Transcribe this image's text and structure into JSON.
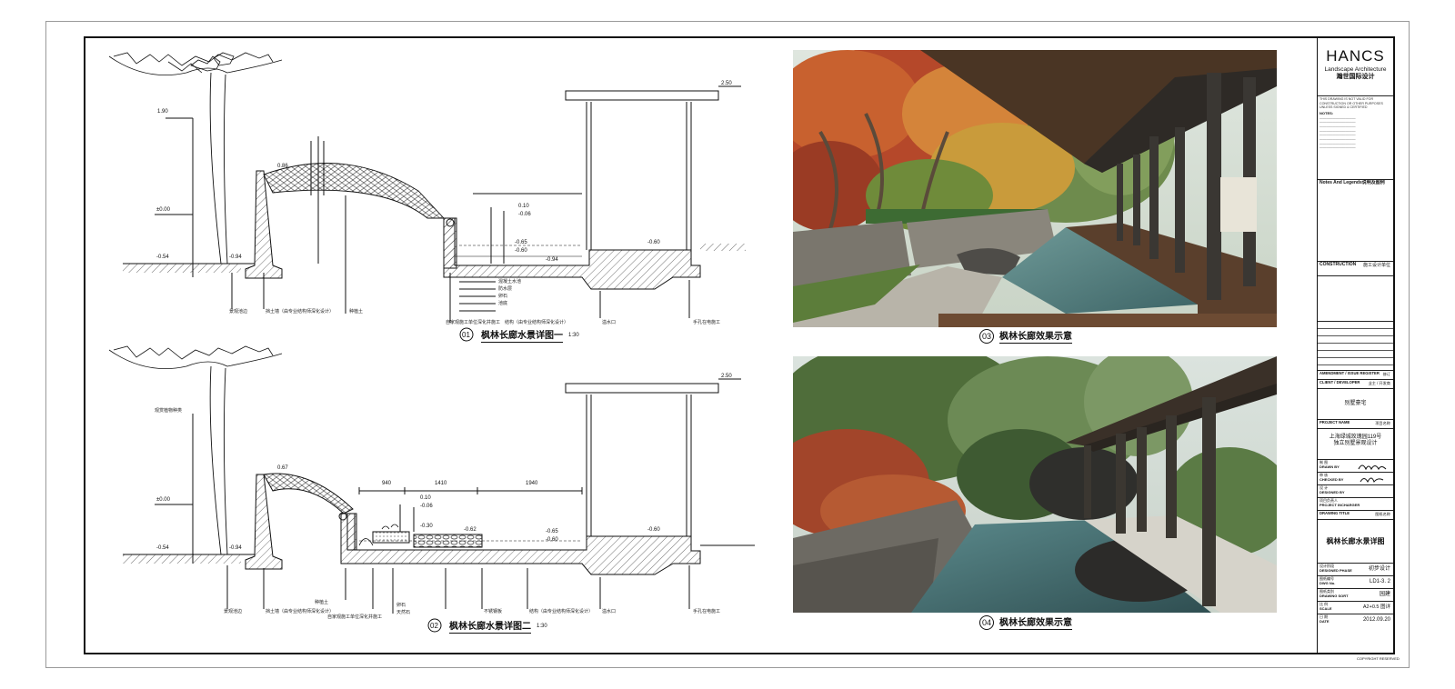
{
  "titleblock": {
    "logo_name": "HANCS",
    "logo_sub": "Landscape Architecture",
    "logo_cn": "瀚世国际设计",
    "disclaimer": "THIS DRAWING IS NOT VALID FOR CONSTRUCTION OR OTHER PURPOSES UNLESS SIGNED & CERTIFIED",
    "notes_heading": "NOTES:",
    "notes_legend": "Notes And Legends说明及图例",
    "construction_label": "CONSTRUCTION",
    "construction_cn": "施工设计单位",
    "amendment_label": "AMENDMENT / ISSUE REGISTER",
    "amendment_cn": "修订",
    "client_label": "CLIENT / DEVELOPER",
    "client_cn": "业主 / 开发商",
    "client_value": "别墅豪宅",
    "project_label": "PROJECT NAME",
    "project_cn": "项目名称",
    "project_value_1": "上海绿城玫瑰园119号",
    "project_value_2": "独立别墅景观设计",
    "drawn_label": "DRAWN BY",
    "drawn_cn": "制 图",
    "checked_label": "CHECKED BY",
    "checked_cn": "审 核",
    "designed_label": "DESIGNED BY",
    "designed_cn": "设 计",
    "incharge_label": "PROJECT INCHARGER",
    "incharge_cn": "项目负责人",
    "drawing_title_label": "DRAWING TITLE",
    "drawing_title_cn": "图纸名称",
    "drawing_title_value": "枫林长廊水景详图",
    "phase_label": "DESIGNED PHASE",
    "phase_cn": "设计阶段",
    "phase_value": "初步设计",
    "dwg_no_label": "DWG No.",
    "dwg_no_cn": "图纸编号",
    "dwg_no_value": "LD1-3. 2",
    "sort_label": "DRAWING SORT",
    "sort_cn": "图纸类别",
    "sort_value": "园建",
    "scale_label": "SCALE",
    "scale_cn": "比 例",
    "scale_value": "A2+0.5  图详",
    "date_label": "DATE",
    "date_cn": "日 期",
    "date_value": "2012.09.20",
    "copyright": "COPYRIGHT RESERVED"
  },
  "captions": {
    "c1_num": "01",
    "c1_text": "枫林长廊水景详图一",
    "c1_scale": "1:30",
    "c2_num": "02",
    "c2_text": "枫林长廊水景详图二",
    "c2_scale": "1:30",
    "c3_num": "03",
    "c3_text": "枫林长廊效果示意",
    "c4_num": "04",
    "c4_text": "枫林长廊效果示意"
  },
  "drawing1": {
    "elev_top": "2.50",
    "elev_190": "1.90",
    "elev_000": "±0.00",
    "elev_n054": "-0.54",
    "elev_086": "0.86",
    "elev_n094": "-0.94",
    "elev_010": "0.10",
    "elev_n006": "-0.06",
    "elev_n065": "-0.65",
    "elev_n060": "-0.60",
    "elev_n060b": "-0.60",
    "elev_n094b": "-0.94",
    "lbl_wall": "挡土墙（由专业结构师深化设计）",
    "lbl_soil": "种植土",
    "lbl_struct": "结构（由专业结构师深化设计）",
    "lbl_drain": "溢水口",
    "lbl_hand": "手孔在电施工",
    "lbl_pavement": "自家观施工单位深化并施工",
    "lbl_pool": "混凝土水池",
    "lbl_waterproof": "防水层",
    "lbl_gravel": "卵石",
    "lbl_bottom": "池底",
    "lbl_edge": "景观池边"
  },
  "drawing2": {
    "elev_top": "2.50",
    "elev_000": "±0.00",
    "elev_n054": "-0.54",
    "elev_067": "0.67",
    "elev_n094": "-0.94",
    "elev_010": "0.10",
    "elev_n006": "-0.06",
    "elev_n030": "-0.30",
    "elev_n062": "-0.62",
    "elev_n065": "-0.65",
    "elev_n060": "-0.60",
    "elev_n060b": "-0.60",
    "dim_a": "940",
    "dim_b": "1410",
    "dim_c": "1940",
    "lbl_wall": "挡土墙（由专业结构师深化设计）",
    "lbl_soil": "种植土",
    "lbl_struct": "结构（由专业结构师深化设计）",
    "lbl_drain": "溢水口",
    "lbl_hand": "手孔在电施工",
    "lbl_steel": "不锈钢板",
    "lbl_pavement": "自家观施工单位深化并施工",
    "lbl_gravel": "卵石",
    "lbl_stone": "天然石",
    "lbl_edge": "景观池边",
    "lbl_plant": "观赏植物种类"
  },
  "colors": {
    "ink": "#111111",
    "frame": "#9a9a9a",
    "foliage_red": "#b5482a",
    "foliage_green": "#3d6b33",
    "water": "#5b8a8c",
    "wood": "#5a3f2c",
    "rock": "#6d6a63"
  }
}
